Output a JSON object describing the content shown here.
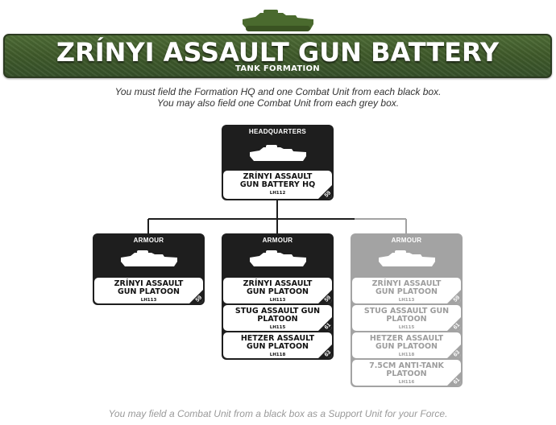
{
  "title": "ZRÍNYI ASSAULT GUN BATTERY",
  "subtitle": "TANK FORMATION",
  "rules": [
    "You must field the Formation HQ and one Combat Unit from each black box.",
    "You may also field one Combat Unit from each grey box."
  ],
  "footer": "You may field a Combat Unit from a black box as a Support Unit for your Force.",
  "colors": {
    "banner": "#3f5a2a",
    "black_box": "#1e1e1e",
    "grey_box": "#a3a3a3",
    "connector_black": "#1e1e1e",
    "connector_grey": "#a3a3a3"
  },
  "hq": {
    "header": "HEADQUARTERS",
    "icon": "assault-gun-silhouette",
    "unit": {
      "name": "ZRÍNYI ASSAULT GUN BATTERY HQ",
      "code": "LH112",
      "points": "59"
    }
  },
  "boxes": [
    {
      "header": "ARMOUR",
      "style": "black",
      "icon": "assault-gun-silhouette",
      "units": [
        {
          "name": "ZRÍNYI ASSAULT GUN PLATOON",
          "code": "LH113",
          "points": "59"
        }
      ]
    },
    {
      "header": "ARMOUR",
      "style": "black",
      "icon": "assault-gun-silhouette",
      "units": [
        {
          "name": "ZRÍNYI ASSAULT GUN PLATOON",
          "code": "LH113",
          "points": "59"
        },
        {
          "name": "STUG ASSAULT GUN PLATOON",
          "code": "LH115",
          "points": "61"
        },
        {
          "name": "HETZER ASSAULT GUN PLATOON",
          "code": "LH118",
          "points": "63"
        }
      ]
    },
    {
      "header": "ARMOUR",
      "style": "grey",
      "icon": "assault-gun-silhouette",
      "units": [
        {
          "name": "ZRÍNYI ASSAULT GUN PLATOON",
          "code": "LH113",
          "points": "59"
        },
        {
          "name": "STUG ASSAULT GUN PLATOON",
          "code": "LH115",
          "points": "61"
        },
        {
          "name": "HETZER ASSAULT GUN PLATOON",
          "code": "LH118",
          "points": "63"
        },
        {
          "name": "7.5CM ANTI-TANK PLATOON",
          "code": "LH116",
          "points": "61"
        }
      ]
    }
  ]
}
